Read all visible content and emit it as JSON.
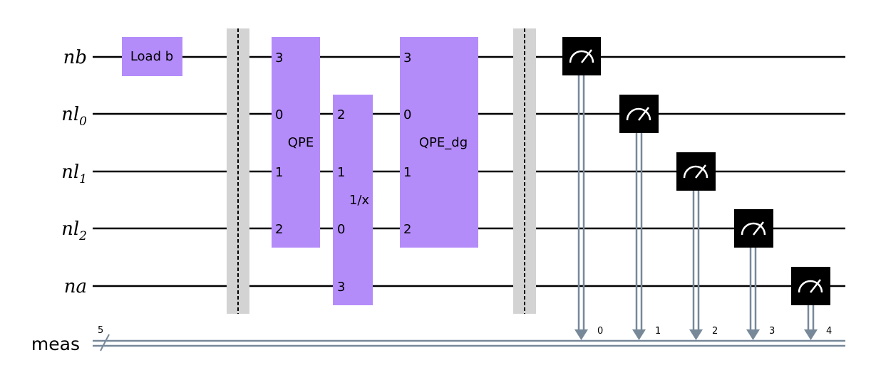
{
  "circuit": {
    "qubits": [
      {
        "id": "nb",
        "base": "nb",
        "sub": ""
      },
      {
        "id": "nl0",
        "base": "nl",
        "sub": "0"
      },
      {
        "id": "nl1",
        "base": "nl",
        "sub": "1"
      },
      {
        "id": "nl2",
        "base": "nl",
        "sub": "2"
      },
      {
        "id": "na",
        "base": "na",
        "sub": ""
      }
    ],
    "classical": {
      "label": "meas",
      "width": "5"
    },
    "gates": [
      {
        "id": "load-b",
        "label": "Load b"
      },
      {
        "id": "qpe",
        "label": "QPE",
        "ports": [
          "3",
          "0",
          "1",
          "2"
        ]
      },
      {
        "id": "inv",
        "label": "1/x",
        "ports": [
          "2",
          "1",
          "0",
          "3"
        ]
      },
      {
        "id": "qpe-dg",
        "label": "QPE_dg",
        "ports": [
          "3",
          "0",
          "1",
          "2"
        ]
      }
    ],
    "measure_bits": [
      "0",
      "1",
      "2",
      "3",
      "4"
    ],
    "colors": {
      "gate": "#b48cfa",
      "barrier": "#d3d3d3",
      "measure": "#000000",
      "classical_wire": "#778899",
      "wire": "#000000"
    }
  }
}
